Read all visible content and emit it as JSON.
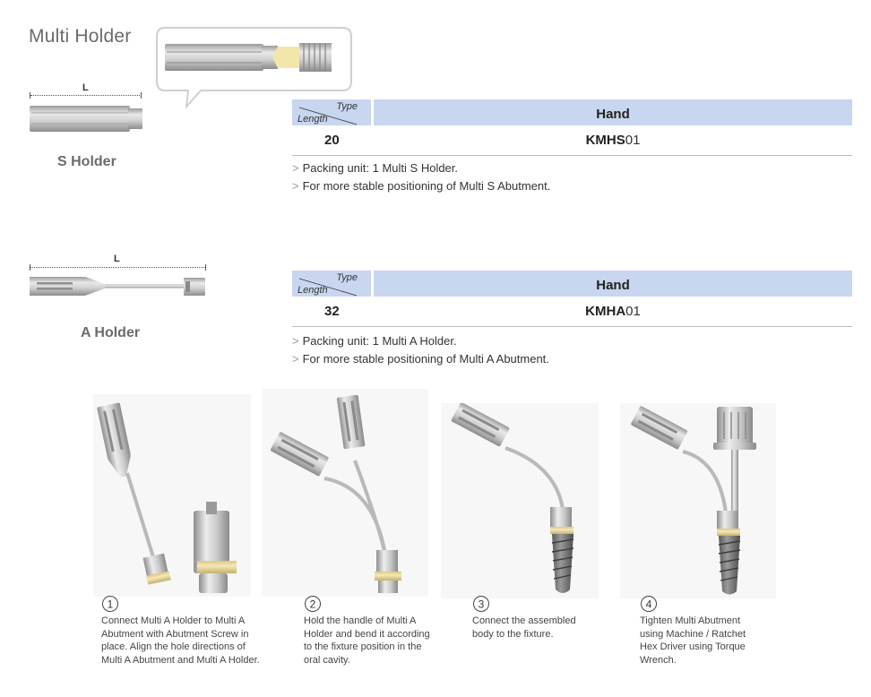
{
  "title": "Multi Holder",
  "s_holder": {
    "name": "S Holder",
    "dim_label": "L",
    "table": {
      "type_label": "Type",
      "length_label": "Length",
      "column": "Hand",
      "rows": [
        {
          "length": "20",
          "code_bold": "KMHS",
          "code_suffix": "01"
        }
      ]
    },
    "notes": [
      "Packing unit: 1 Multi S Holder.",
      "For more stable positioning of Multi S Abutment."
    ]
  },
  "a_holder": {
    "name": "A Holder",
    "dim_label": "L",
    "table": {
      "type_label": "Type",
      "length_label": "Length",
      "column": "Hand",
      "rows": [
        {
          "length": "32",
          "code_bold": "KMHA",
          "code_suffix": "01"
        }
      ]
    },
    "notes": [
      "Packing unit: 1 Multi A Holder.",
      "For more stable positioning of Multi A Abutment."
    ]
  },
  "note_marker": ">",
  "steps": [
    {
      "num": "1",
      "text": "Connect Multi A Holder to Multi A Abutment with Abutment Screw in place. Align the hole directions of Multi A Abutment and Multi A Holder."
    },
    {
      "num": "2",
      "text": "Hold the handle of Multi A Holder and bend it according to the fixture position in the oral cavity."
    },
    {
      "num": "3",
      "text": "Connect the assembled body to the fixture."
    },
    {
      "num": "4",
      "text": "Tighten Multi Abutment using  Machine / Ratchet Hex Driver using Torque Wrench."
    }
  ],
  "colors": {
    "header_bg": "#c8d6ef",
    "abutment_gold": "#e8d9a0",
    "metal": "#c9c9c9"
  }
}
